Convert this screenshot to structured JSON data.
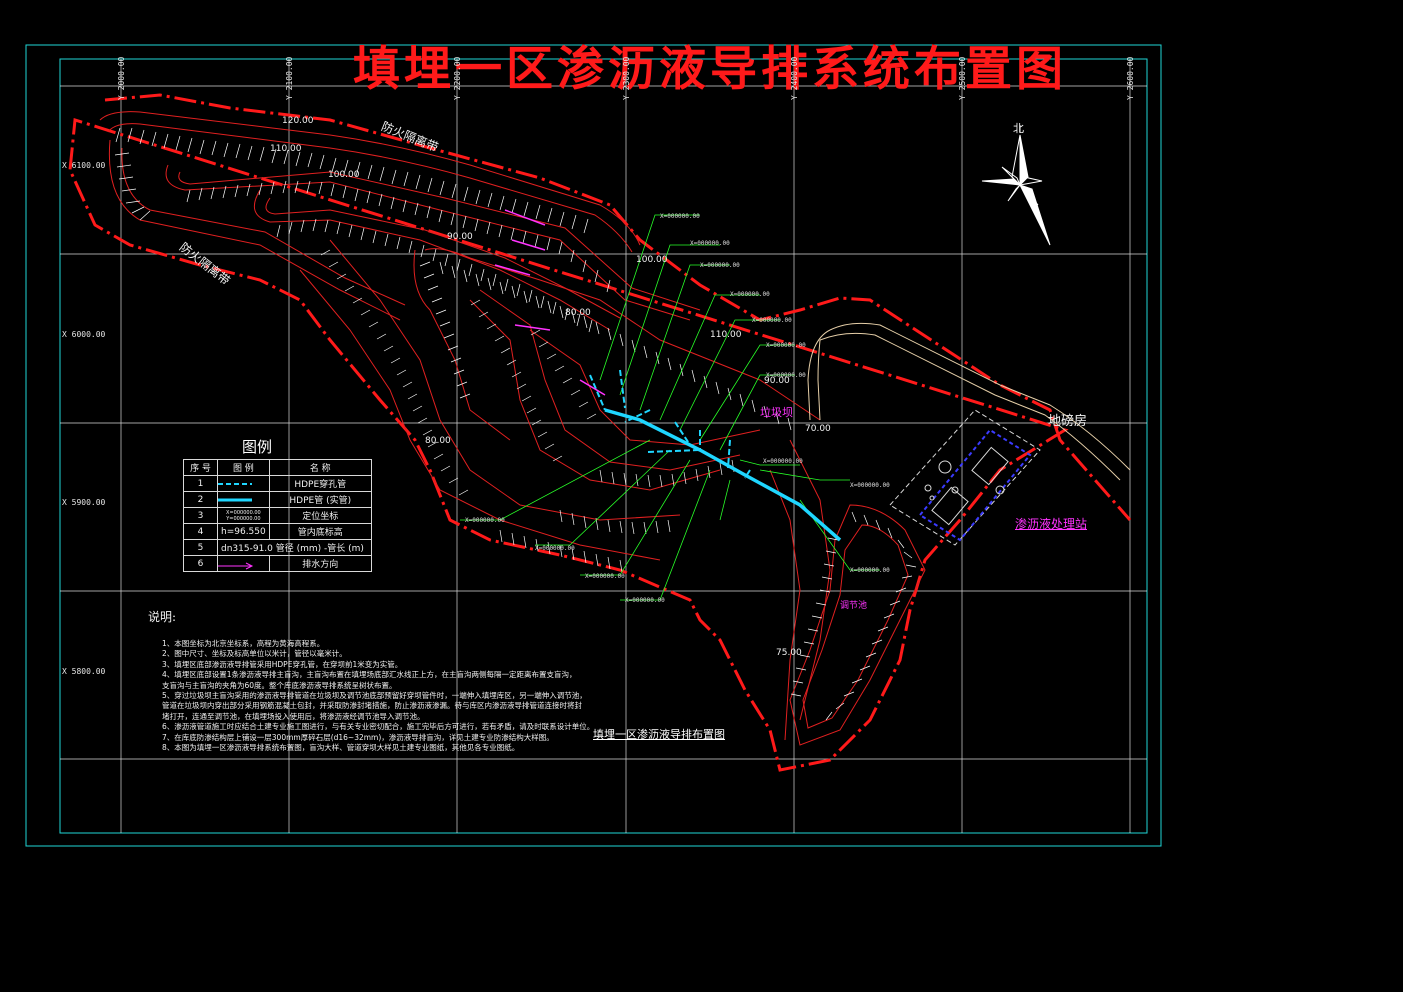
{
  "drawing": {
    "title": "填埋一区渗沥液导排系统布置图",
    "subtitle": "填埋一区渗沥液导排布置图",
    "north_label": "北"
  },
  "grid": {
    "x_labels": [
      "Y 2000.00",
      "Y 2100.00",
      "Y 2200.00",
      "Y 2300.00",
      "Y 2400.00",
      "Y 2500.00",
      "Y 2600.00"
    ],
    "y_labels": [
      "X 6100.00",
      "X 6000.00",
      "X 5900.00",
      "X 5800.00"
    ]
  },
  "site_labels": {
    "firebreak_1": "防火隔离带",
    "firebreak_2": "防火隔离带",
    "weighbridge": "地磅房",
    "leachate_station": "渗沥液处理站",
    "regulating_tank": "调节池",
    "dam_label": "垃圾坝"
  },
  "elevations": [
    "120.00",
    "110.00",
    "100.00",
    "90.00",
    "80.00",
    "70.00",
    "75.00",
    "110.00",
    "100.00",
    "90.00",
    "80.00"
  ],
  "legend": {
    "title": "图例",
    "headers": [
      "序 号",
      "图 例",
      "名 称"
    ],
    "rows": [
      {
        "no": "1",
        "name": "HDPE穿孔管"
      },
      {
        "no": "2",
        "name": "HDPE管 (实管)"
      },
      {
        "no": "3",
        "symbol": "X=000000.00\nY=000000.00",
        "name": "定位坐标"
      },
      {
        "no": "4",
        "symbol": "h=96.550",
        "name": "管内底标高"
      },
      {
        "no": "5",
        "symbol": "dn315-91.0",
        "name": "管径 (mm) -管长 (m)"
      },
      {
        "no": "6",
        "name": "排水方向"
      }
    ]
  },
  "notes": {
    "title": "说明:",
    "lines": [
      "1、本图坐标为北京坐标系，高程为黄海高程系。",
      "2、图中尺寸、坐标及标高单位以米计，管径以毫米计。",
      "3、填埋区底部渗沥液导排管采用HDPE穿孔管，在穿坝前1米变为实管。",
      "4、填埋区底部设置1条渗沥液导排主盲沟，主盲沟布置在填埋场底部汇水线正上方，在主盲沟两侧每隔一定距离布置支盲沟，",
      "    支盲沟与主盲沟的夹角为60度。整个库底渗沥液导排系统呈树状布置。",
      "5、穿过垃圾坝主盲沟采用的渗沥液导排管道在垃圾坝及调节池底部预留好穿坝管件时，一端伸入填埋库区，另一端伸入调节池，",
      "    管道在垃圾坝内穿出部分采用钢筋混凝土包封，并采取防渗封堵措施，防止渗沥液渗漏。待与库区内渗沥液导排管道连接时将封",
      "    堵打开，连通至调节池，在填埋场投入使用后，将渗沥液经调节池导入调节池。",
      "6、渗沥液管道施工时应结合土建专业施工图进行，与有关专业密切配合，施工完毕后方可进行，若有矛盾，请及时联系设计单位。",
      "7、在库底防渗结构层上铺设一层300mm厚碎石层(d16~32mm)，渗沥液导排盲沟，详见土建专业防渗结构大样图。",
      "8、本图为填埋一区渗沥液导排系统布置图，盲沟大样、管道穿坝大样见土建专业图纸，其他见各专业图纸。"
    ]
  },
  "pipe_tags": [
    "X=000000.00",
    "X=000000.00",
    "X=000000.00",
    "X=000000.00",
    "X=000000.00",
    "X=000000.00",
    "X=000000.00",
    "X=000000.00",
    "X=000000.00",
    "X=000000.00",
    "X=000000.00",
    "X=000000.00",
    "X=000000.00",
    "X=000000.00"
  ],
  "colors": {
    "background": "#000000",
    "frame": "#1fd6d6",
    "title": "#ff1a1a",
    "boundary": "#ff1a1a",
    "contour": "#e02020",
    "leader": "#28ff28",
    "perforated_pipe": "#1fd6ff",
    "magenta_label": "#ff33ff",
    "grid": "#ffffff"
  }
}
